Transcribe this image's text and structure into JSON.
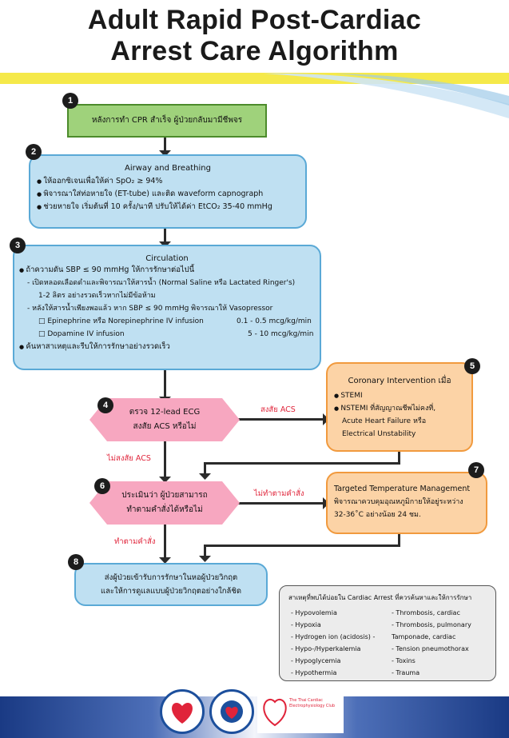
{
  "title": {
    "line1": "Adult Rapid Post-Cardiac",
    "line2": "Arrest  Care Algorithm"
  },
  "steps": {
    "s1": {
      "num": "1",
      "text": "หลังการทำ CPR สำเร็จ ผู้ป่วยกลับมามีชีพจร"
    },
    "s2": {
      "num": "2",
      "title": "Airway and Breathing",
      "items": [
        "ให้ออกซิเจนเพื่อให้ค่า SpO₂ ≥ 94%",
        "พิจารณาใส่ท่อหายใจ (ET-tube) และติด waveform capnograph",
        "ช่วยหายใจ เริ่มต้นที่ 10 ครั้ง/นาที ปรับให้ได้ค่า EtCO₂ 35-40 mmHg"
      ]
    },
    "s3": {
      "num": "3",
      "title": "Circulation",
      "line1": "ถ้าความดัน SBP ≤ 90 mmHg ให้การรักษาต่อไปนี้",
      "line2": "-  เปิดหลอดเลือดดำและพิจารณาให้สารน้ำ (Normal Saline หรือ Lactated Ringer's)",
      "line3": "1-2 ลิตร อย่างรวดเร็วหากไม่มีข้อห้าม",
      "line4": "-  หลังให้สารน้ำเพียงพอแล้ว หาก SBP ≤ 90 mmHg พิจารณาให้ Vasopressor",
      "drug1": "Epinephrine หรือ Norepinephrine IV infusion",
      "dose1": "0.1 - 0.5 mcg/kg/min",
      "drug2": "Dopamine IV infusion",
      "dose2": "5 - 10 mcg/kg/min",
      "line5": "ค้นหาสาเหตุและรีบให้การรักษาอย่างรวดเร็ว"
    },
    "s4": {
      "num": "4",
      "line1": "ตรวจ 12-lead ECG",
      "line2": "สงสัย ACS หรือไม่"
    },
    "s5": {
      "num": "5",
      "title": "Coronary Intervention เมื่อ",
      "item1": "STEMI",
      "item2": "NSTEMI ที่สัญญาณชีพไม่คงที่,",
      "item2b": "Acute Heart Failure หรือ",
      "item2c": "Electrical Unstability"
    },
    "s6": {
      "num": "6",
      "line1": "ประเมินว่า ผู้ป่วยสามารถ",
      "line2": "ทำตามคำสั่งได้หรือไม่"
    },
    "s7": {
      "num": "7",
      "title": "Targeted Temperature Management",
      "line1": "พิจารณาควบคุมอุณหภูมิกายให้อยู่ระหว่าง",
      "line2": "32-36˚C อย่างน้อย 24 ชม."
    },
    "s8": {
      "num": "8",
      "line1": "ส่งผู้ป่วยเข้ารับการรักษาในหอผู้ป่วยวิกฤต",
      "line2": "และให้การดูแลแบบผู้ป่วยวิกฤตอย่างใกล้ชิด"
    }
  },
  "edges": {
    "acs_yes": "สงสัย ACS",
    "acs_no": "ไม่สงสัย ACS",
    "follow_no": "ไม่ทำตามคำสั่ง",
    "follow_yes": "ทำตามคำสั่ง"
  },
  "causes": {
    "title": "สาเหตุที่พบได้บ่อยใน Cardiac Arrest ที่ควรค้นหาและให้การรักษา",
    "left": [
      "- Hypovolemia",
      "- Hypoxia",
      "- Hydrogen ion (acidosis) -",
      "- Hypo-/Hyperkalemia",
      "- Hypoglycemia",
      "- Hypothermia"
    ],
    "right": [
      "- Thrombosis, cardiac",
      "- Thrombosis, pulmonary",
      "Tamponade, cardiac",
      "- Tension pneumothorax",
      "- Toxins",
      "- Trauma"
    ]
  },
  "footer": {
    "club": "The Thai Cardiac Electrophysiology Club"
  },
  "colors": {
    "green": "#9fd27b",
    "blue": "#bfe0f2",
    "orange": "#fcd3a6",
    "pink": "#f7a7c0",
    "red": "#e0243a",
    "navy": "#1c3f8c"
  }
}
